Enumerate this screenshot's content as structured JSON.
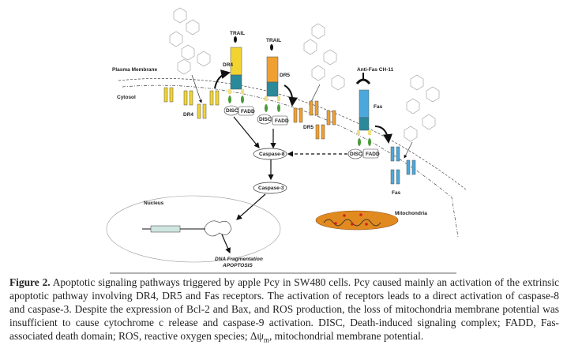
{
  "diagram": {
    "labels": {
      "plasma_membrane": "Plasma Membrane",
      "cytosol": "Cytosol",
      "trail_1": "TRAIL",
      "trail_2": "TRAIL",
      "dr4_receptor": "DR4",
      "dr4_cluster": "DR4",
      "dr5_receptor": "DR5",
      "dr5_cluster": "DR5",
      "anti_fas": "Anti-Fas CH-11",
      "fas_receptor": "Fas",
      "fas_cluster": "Fas",
      "disc": "DISC",
      "fadd": "FADD",
      "caspase8": "Caspase-8",
      "caspase3": "Caspase-3",
      "nucleus": "Nucleus",
      "mitochondria": "Mitochondria",
      "dna_fragmentation": "DNA Fragmentation",
      "apoptosis": "APOPTOSIS"
    },
    "colors": {
      "dr4": "#f2d431",
      "dr5": "#f0a030",
      "fas": "#4ba8dc",
      "transmembrane": "#2a8a9a",
      "death_domain": "#4a9a3a",
      "mitochondria": "#e08a20",
      "mito_dots": "#d02020"
    }
  },
  "caption": {
    "figure_label": "Figure 2.",
    "text": " Apoptotic signaling pathways triggered by apple Pcy in SW480 cells. Pcy caused mainly an activation of the extrinsic apoptotic pathway involving DR4, DR5 and Fas receptors. The activation of receptors leads to a direct activation of caspase-8 and caspase-3. Despite the expression of Bcl-2 and Bax, and ROS production, the loss of mitochondria membrane potential was insufficient to cause cytochrome c release and caspase-9 activation. DISC, Death-induced signaling complex; FADD, Fas-associated death domain; ROS, reactive oxygen species; ",
    "delta_psi": "Δψ",
    "delta_psi_sub": "m",
    "text_end": ", mitochondrial membrane potential."
  }
}
